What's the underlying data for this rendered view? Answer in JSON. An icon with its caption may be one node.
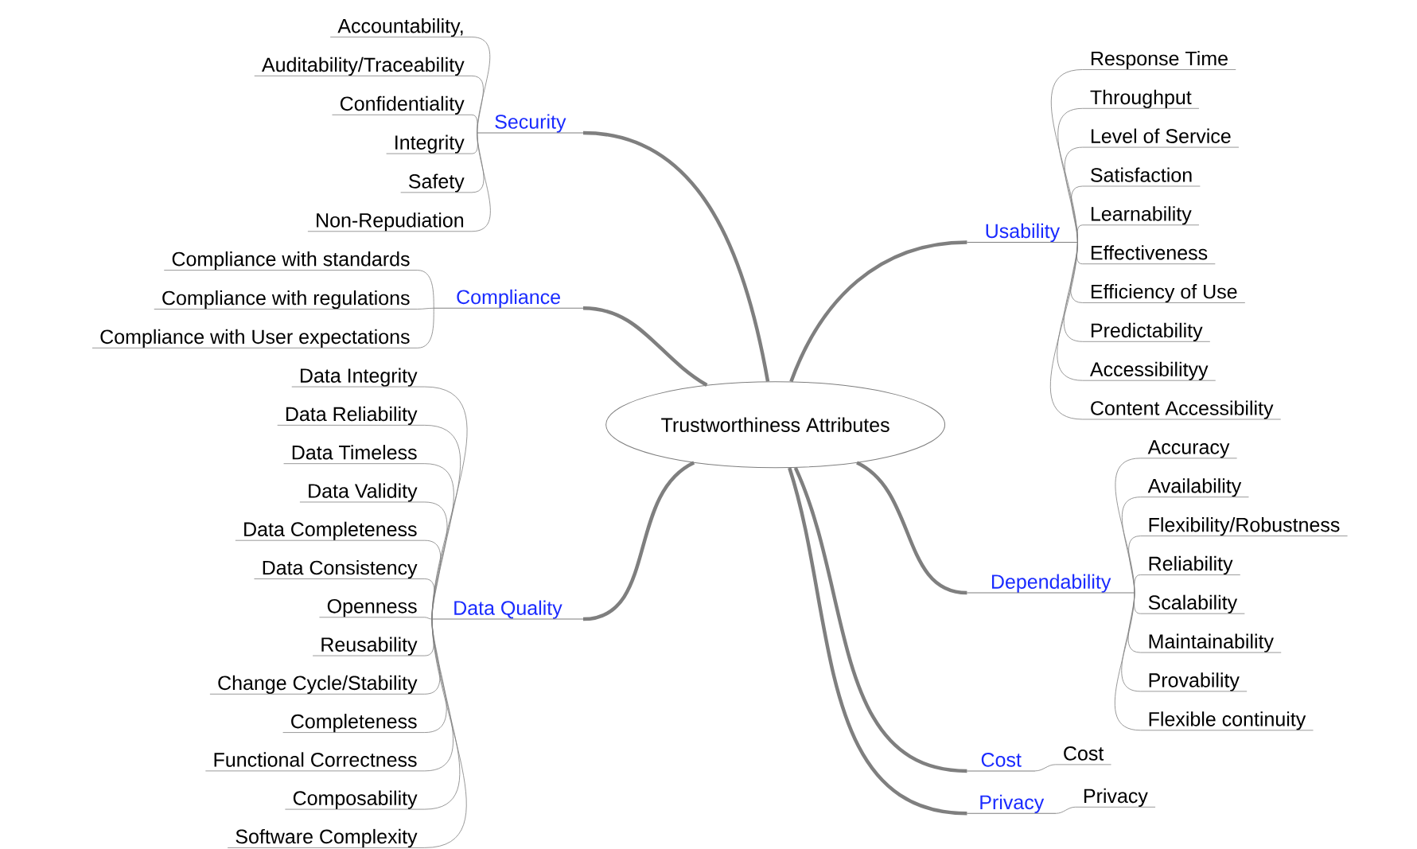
{
  "diagram": {
    "nodes": [
      {
        "text": [
          "Trustworthiness Attributes"
        ]
      },
      {
        "text": [
          "Security"
        ]
      },
      {
        "text": [
          "Accountability,"
        ]
      },
      {
        "text": [
          "Auditability/Traceability"
        ]
      },
      {
        "text": [
          "Confidentiality"
        ]
      },
      {
        "text": [
          "Integrity"
        ]
      },
      {
        "text": [
          "Safety"
        ]
      },
      {
        "text": [
          "Non-Repudiation"
        ]
      },
      {
        "text": [
          "Compliance"
        ]
      },
      {
        "text": [
          "Compliance with standards"
        ]
      },
      {
        "text": [
          "Compliance with regulations"
        ]
      },
      {
        "text": [
          "Compliance with User expectations"
        ]
      },
      {
        "text": [
          "Data Quality"
        ]
      },
      {
        "text": [
          "Data Integrity"
        ]
      },
      {
        "text": [
          "Data Reliability"
        ]
      },
      {
        "text": [
          "Data Timeless"
        ]
      },
      {
        "text": [
          "Data Validity"
        ]
      },
      {
        "text": [
          "Data Completeness"
        ]
      },
      {
        "text": [
          "Data Consistency"
        ]
      },
      {
        "text": [
          "Openness"
        ]
      },
      {
        "text": [
          "Reusability"
        ]
      },
      {
        "text": [
          "Change Cycle/Stability"
        ]
      },
      {
        "text": [
          "Completeness"
        ]
      },
      {
        "text": [
          "Functional Correctness"
        ]
      },
      {
        "text": [
          "Composability"
        ]
      },
      {
        "text": [
          "Software Complexity"
        ]
      },
      {
        "text": [
          "Usability"
        ]
      },
      {
        "text": [
          "Response Time"
        ]
      },
      {
        "text": [
          "Throughput"
        ]
      },
      {
        "text": [
          "Level of Service"
        ]
      },
      {
        "text": [
          "Satisfaction"
        ]
      },
      {
        "text": [
          "Learnability"
        ]
      },
      {
        "text": [
          "Effectiveness"
        ]
      },
      {
        "text": [
          "Efficiency of Use"
        ]
      },
      {
        "text": [
          "Predictability"
        ]
      },
      {
        "text": [
          "Accessibilityy"
        ]
      },
      {
        "text": [
          "Content Accessibility"
        ]
      },
      {
        "text": [
          "Dependability"
        ]
      },
      {
        "text": [
          "Accuracy"
        ]
      },
      {
        "text": [
          "Availability"
        ]
      },
      {
        "text": [
          "Flexibility/Robustness"
        ]
      },
      {
        "text": [
          "Reliability"
        ]
      },
      {
        "text": [
          "Scalability"
        ]
      },
      {
        "text": [
          "Maintainability"
        ]
      },
      {
        "text": [
          "Provability"
        ]
      },
      {
        "text": [
          "Flexible continuity"
        ]
      },
      {
        "text": [
          "Cost"
        ]
      },
      {
        "text": [
          "Cost"
        ]
      },
      {
        "text": [
          "Privacy"
        ]
      },
      {
        "text": [
          "Privacy"
        ]
      }
    ],
    "edges": [
      {
        "from": 0,
        "to": 1,
        "arrow": "none",
        "style": "thick"
      },
      {
        "from": 1,
        "to": 2,
        "arrow": "none"
      },
      {
        "from": 1,
        "to": 3,
        "arrow": "none"
      },
      {
        "from": 1,
        "to": 4,
        "arrow": "none"
      },
      {
        "from": 1,
        "to": 5,
        "arrow": "none"
      },
      {
        "from": 1,
        "to": 6,
        "arrow": "none"
      },
      {
        "from": 1,
        "to": 7,
        "arrow": "none"
      },
      {
        "from": 0,
        "to": 8,
        "arrow": "none",
        "style": "thick"
      },
      {
        "from": 8,
        "to": 9,
        "arrow": "none"
      },
      {
        "from": 8,
        "to": 10,
        "arrow": "none"
      },
      {
        "from": 8,
        "to": 11,
        "arrow": "none"
      },
      {
        "from": 0,
        "to": 12,
        "arrow": "none",
        "style": "thick"
      },
      {
        "from": 12,
        "to": 13,
        "arrow": "none"
      },
      {
        "from": 12,
        "to": 14,
        "arrow": "none"
      },
      {
        "from": 12,
        "to": 15,
        "arrow": "none"
      },
      {
        "from": 12,
        "to": 16,
        "arrow": "none"
      },
      {
        "from": 12,
        "to": 17,
        "arrow": "none"
      },
      {
        "from": 12,
        "to": 18,
        "arrow": "none"
      },
      {
        "from": 12,
        "to": 19,
        "arrow": "none"
      },
      {
        "from": 12,
        "to": 20,
        "arrow": "none"
      },
      {
        "from": 12,
        "to": 21,
        "arrow": "none"
      },
      {
        "from": 12,
        "to": 22,
        "arrow": "none"
      },
      {
        "from": 12,
        "to": 23,
        "arrow": "none"
      },
      {
        "from": 12,
        "to": 24,
        "arrow": "none"
      },
      {
        "from": 12,
        "to": 25,
        "arrow": "none"
      },
      {
        "from": 0,
        "to": 26,
        "arrow": "none",
        "style": "thick"
      },
      {
        "from": 26,
        "to": 27,
        "arrow": "none"
      },
      {
        "from": 26,
        "to": 28,
        "arrow": "none"
      },
      {
        "from": 26,
        "to": 29,
        "arrow": "none"
      },
      {
        "from": 26,
        "to": 30,
        "arrow": "none"
      },
      {
        "from": 26,
        "to": 31,
        "arrow": "none"
      },
      {
        "from": 26,
        "to": 32,
        "arrow": "none"
      },
      {
        "from": 26,
        "to": 33,
        "arrow": "none"
      },
      {
        "from": 26,
        "to": 34,
        "arrow": "none"
      },
      {
        "from": 26,
        "to": 35,
        "arrow": "none"
      },
      {
        "from": 26,
        "to": 36,
        "arrow": "none"
      },
      {
        "from": 0,
        "to": 37,
        "arrow": "none",
        "style": "thick"
      },
      {
        "from": 37,
        "to": 38,
        "arrow": "none"
      },
      {
        "from": 37,
        "to": 39,
        "arrow": "none"
      },
      {
        "from": 37,
        "to": 40,
        "arrow": "none"
      },
      {
        "from": 37,
        "to": 41,
        "arrow": "none"
      },
      {
        "from": 37,
        "to": 42,
        "arrow": "none"
      },
      {
        "from": 37,
        "to": 43,
        "arrow": "none"
      },
      {
        "from": 37,
        "to": 44,
        "arrow": "none"
      },
      {
        "from": 37,
        "to": 45,
        "arrow": "none"
      },
      {
        "from": 0,
        "to": 46,
        "arrow": "none",
        "style": "thick"
      },
      {
        "from": 46,
        "to": 47,
        "arrow": "none"
      },
      {
        "from": 0,
        "to": 48,
        "arrow": "none",
        "style": "thick"
      },
      {
        "from": 48,
        "to": 49,
        "arrow": "none"
      }
    ]
  }
}
